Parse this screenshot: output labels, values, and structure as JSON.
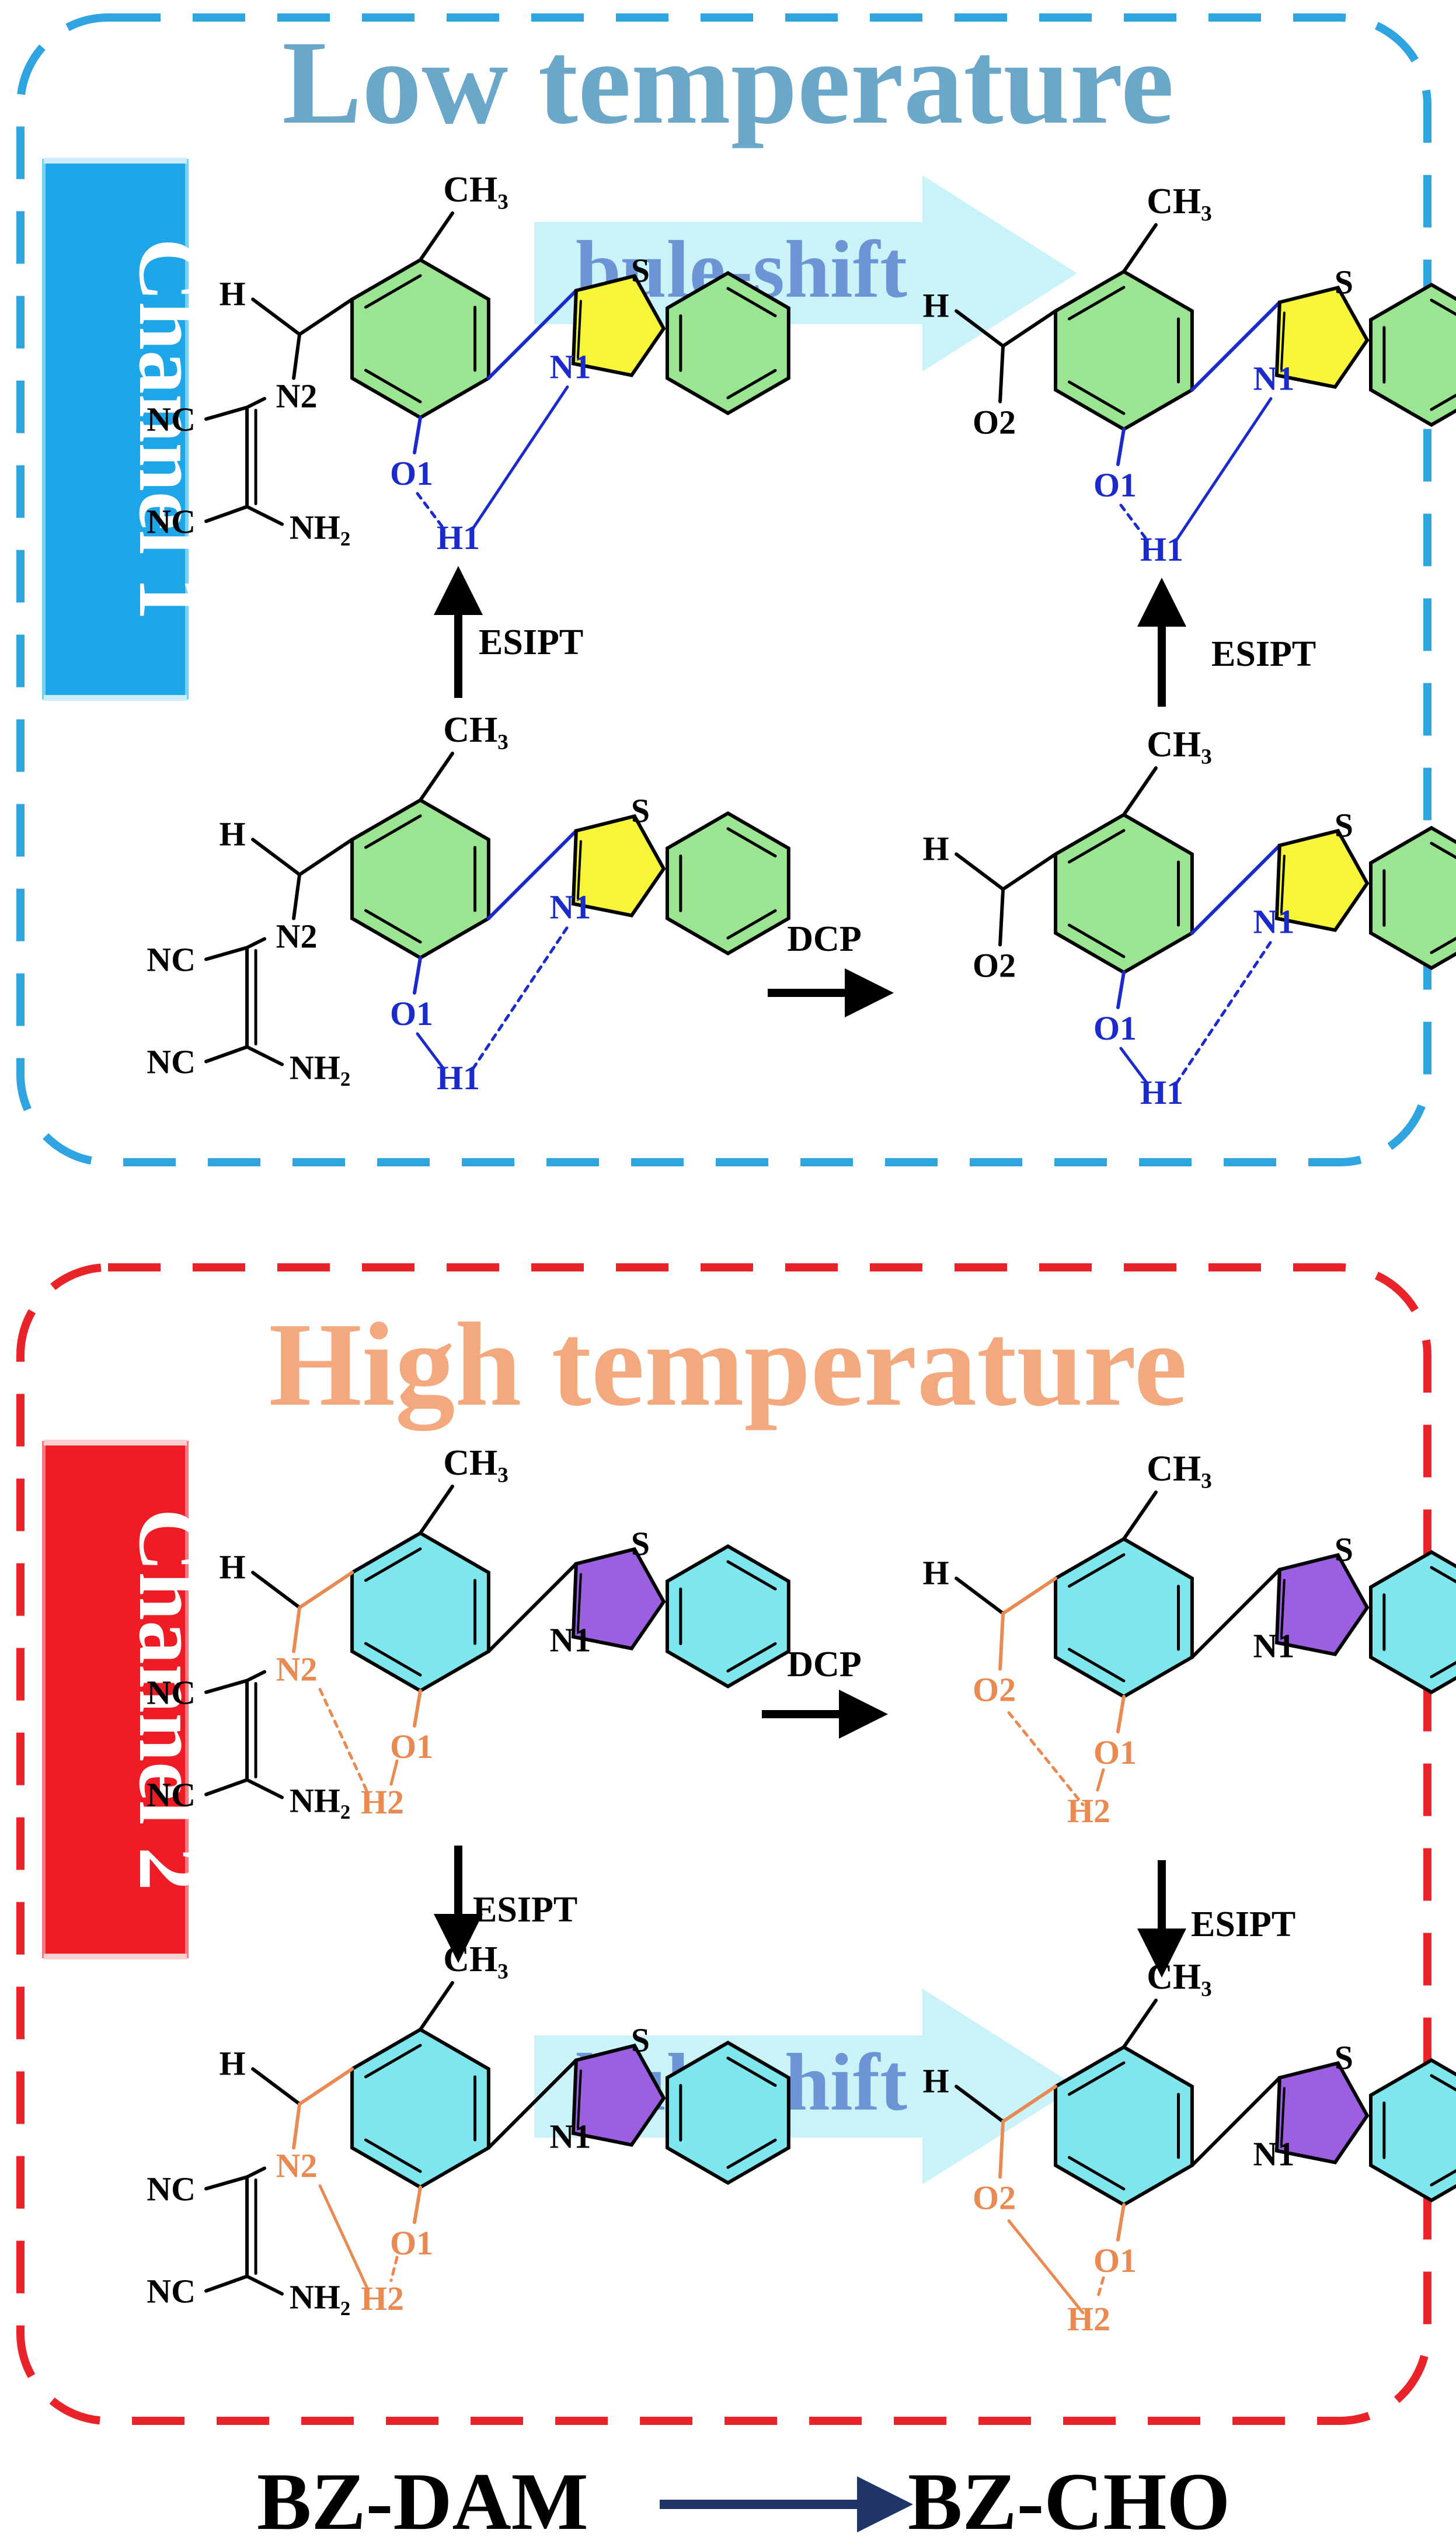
{
  "panels": {
    "low": {
      "title": "Low temperature",
      "channel": "Channel 1",
      "shift": "bule-shift",
      "title_color": "#6aa7c9",
      "border_color": "#2fa4e0",
      "channel_color": "#1ea6e8",
      "shift_color": "#6d95d6",
      "arrow_fill": "#c9f3f8",
      "proc_esipt": "ESIPT",
      "proc_dcp": "DCP"
    },
    "high": {
      "title": "High temperature",
      "channel": "Channel 2",
      "shift": "bule-shift",
      "title_color": "#f3a97d",
      "border_color": "#e8242a",
      "channel_color": "#ee1c24",
      "shift_color": "#6d95d6",
      "arrow_fill": "#c9f3f8",
      "proc_esipt": "ESIPT",
      "proc_dcp": "DCP"
    }
  },
  "molecule_labels": {
    "ch3": "CH₃",
    "s": "S",
    "n1": "N1",
    "o1": "O1",
    "h1": "H1",
    "h2": "H2",
    "n2": "N2",
    "o2": "O2",
    "h": "H",
    "nc": "NC",
    "nh2": "NH₂"
  },
  "footer": {
    "left": "BZ-DAM",
    "right": "BZ-CHO",
    "arrow_color": "#1f3566"
  },
  "colors": {
    "ring_green": "#9be592",
    "ring_yellow": "#f7f53a",
    "ring_cyan": "#7fe6ee",
    "ring_purple": "#9b5fe0",
    "blue_bond": "#1a2bc9",
    "orange_bond": "#e88a52"
  }
}
